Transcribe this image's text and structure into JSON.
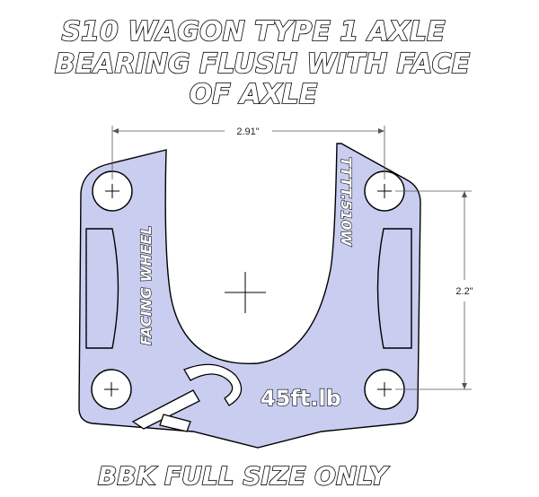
{
  "title_lines": [
    "S10 WAGON TYPE 1 AXLE",
    "BEARING FLUSH WITH FACE",
    "OF AXLE"
  ],
  "footer": "BBK FULL SIZE ONLY",
  "dimensions": {
    "width_label": "2.91\"",
    "height_label": "2.2\""
  },
  "plate": {
    "side_text": "FACING WHEEL",
    "model_text": "TTTT.510W",
    "torque_text": "45ft.lb",
    "fill_color": "#c9cdf0",
    "stroke_color": "#000000"
  }
}
